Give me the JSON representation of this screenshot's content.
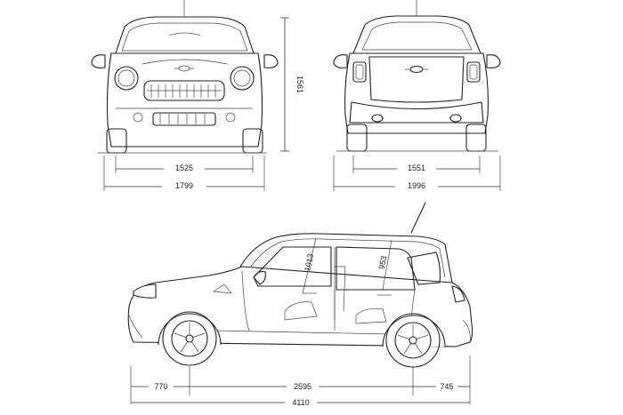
{
  "dimensions": {
    "front_track": "1525",
    "front_width": "1799",
    "rear_track": "1551",
    "rear_width": "1996",
    "height": "1561",
    "front_headroom": "1013",
    "rear_headroom": "953",
    "front_overhang": "770",
    "wheelbase": "2595",
    "rear_overhang": "745",
    "overall_length": "4110"
  }
}
